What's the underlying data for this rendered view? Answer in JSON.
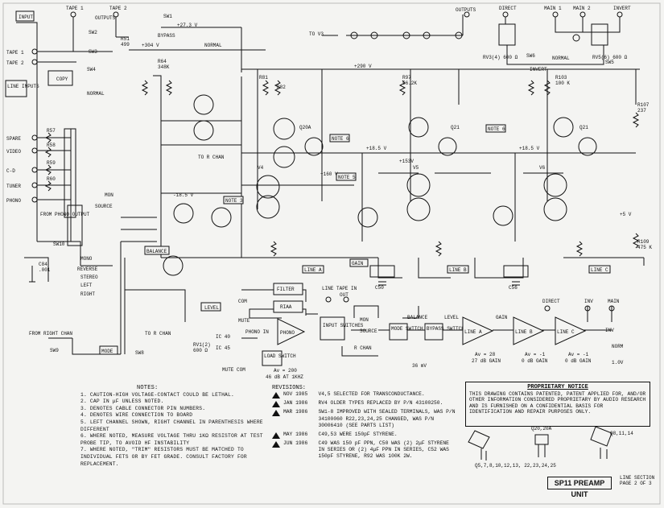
{
  "inputs_section": {
    "input_label": "INPUT",
    "tape1": "TAPE 1",
    "tape2": "TAPE 2",
    "line_inputs": "LINE INPUTS",
    "spare": "SPARE",
    "video": "VIDEO",
    "cd": "C-D",
    "tuner": "TUNER",
    "phono": "PHONO",
    "from_phono_output": "FROM PHONO OUTPUT",
    "from_right_chan": "FROM RIGHT CHAN"
  },
  "top_labels": {
    "tape1": "TAPE 1",
    "tape2": "TAPE 2",
    "output1": "OUTPUTS",
    "outputs2": "OUTPUTS",
    "direct": "DIRECT",
    "main1": "MAIN 1",
    "main2": "MAIN 2",
    "invert": "INVERT",
    "to_v3": "TO V3",
    "plus273": "+27.3 V",
    "bypass": "BYPASS",
    "normal": "NORMAL",
    "plus304": "+304 V",
    "plus290": "+290 V",
    "sw1": "SW1",
    "sw2": "SW2",
    "sw3": "SW3",
    "sw4": "SW4",
    "sw5": "SW5",
    "sw6": "SW6",
    "sw8": "SW8",
    "sw9": "SW9",
    "sw10": "SW10",
    "copy": "COPY",
    "normal2": "NORMAL",
    "invert2": "INVERT",
    "normal3": "NORMAL",
    "rv3": "RV3(4) 600 Ω",
    "rv5": "RV5(6) 600 Ω"
  },
  "schematic_labels": {
    "mon": "MON",
    "source": "SOURCE",
    "balance": "BALANCE",
    "level": "LEVEL",
    "mode": "MODE",
    "mono": "MONO",
    "reverse": "REVERSE",
    "stereo": "STEREO",
    "left": "LEFT",
    "right": "RIGHT",
    "to_r_chan": "TO R CHAN",
    "line_a": "LINE A",
    "line_b": "LINE B",
    "line_c": "LINE C",
    "gain": "GAIN",
    "com": "COM",
    "mute": "MUTE",
    "mute_com": "MUTE COM",
    "note6": "NOTE 6",
    "note5": "NOTE 5",
    "note3": "NOTE 3",
    "plus185": "+18.5 V",
    "minus185": "-18.5 V",
    "plus153": "+153V",
    "plus160": "+160 V",
    "c50": "C50",
    "c56": "C56",
    "plus5v": "+5 V"
  },
  "block_diagram": {
    "filter": "FILTER",
    "riaa": "RIAA",
    "line_tape_in": "LINE TAPE IN",
    "out": "OUT",
    "phono_in": "PHONO IN",
    "phono": "PHONO",
    "load_switch": "LOAD SWITCH",
    "input_switches": "INPUT SWITCHES",
    "mon": "MON",
    "source": "SOURCE",
    "r_chan": "R CHAN",
    "mode_switch": "MODE SWITCH",
    "balance": "BALANCE",
    "bypass_switch": "BYPASS SWITCH",
    "level": "LEVEL",
    "gain": "GAIN",
    "line_a": "LINE A",
    "line_b": "LINE B",
    "line_c": "LINE C",
    "direct": "DIRECT",
    "inv": "INV",
    "main": "MAIN",
    "inv2": "INV",
    "norm": "NORM",
    "av_phono": "Av = 200",
    "av_phono_db": "46 dB AT 1KHZ",
    "mv36": "36 mV",
    "av_a": "Av = 28",
    "av_a_db": "27 dB GAIN",
    "av_b": "Av = -1",
    "av_b_db": "0 dB GAIN",
    "av_c": "Av = -1",
    "av_c_db": "0 dB GAIN",
    "v1": "1.0V"
  },
  "notes": {
    "heading": "NOTES:",
    "items": [
      "1. CAUTION-HIGH VOLTAGE-CONTACT COULD BE LETHAL.",
      "2. CAP IN μF UNLESS NOTED.",
      "3. DENOTES CABLE CONNECTOR PIN NUMBERS.",
      "4. DENOTES WIRE CONNECTION TO BOARD",
      "5. LEFT CHANNEL SHOWN, RIGHT CHANNEL IN PARENTHESIS WHERE DIFFERENT",
      "6. WHERE NOTED, MEASURE VOLTAGE THRU 1KΩ RESISTOR AT TEST PROBE TIP, TO AVOID HF INSTABILITY",
      "7. WHERE NOTED, \"TRIM\" RESISTORS MUST BE MATCHED TO INDIVIDUAL FETS OR BY FET GRADE. CONSULT FACTORY FOR REPLACEMENT."
    ]
  },
  "revisions": {
    "heading": "REVISIONS:",
    "items": [
      {
        "date": "NOV 1985",
        "text": "V4,5 SELECTED FOR TRANSCONDUCTANCE."
      },
      {
        "date": "JAN 1986",
        "text": "RV4 OLDER TYPES REPLACED BY P/N 43100250."
      },
      {
        "date": "MAR 1986",
        "text": "SW1-8 IMPROVED WITH SEALED TERMINALS, WAS P/N 34100060 R22,23,24,25 CHANGED, WAS P/N 30006410 (SEE PARTS LIST)"
      },
      {
        "date": "MAY 1986",
        "text": "C49,53 WERE 150pF STYRENE."
      },
      {
        "date": "JUN 1986",
        "text": "C49 WAS 150 pF PPN, C50 WAS (2) 2μF STYRENE IN SERIES OR (2) 4μF PPN IN SERIES, C52 WAS 150pF STYRENE, R92 WAS 100K 2W."
      }
    ]
  },
  "notice": {
    "heading": "PROPRIETARY NOTICE",
    "body": "THIS DRAWING CONTAINS PATENTED, PATENT APPLIED FOR, AND/OR OTHER INFORMATION CONSIDERED PROPRIETARY BY AUDIO RESEARCH AND IS FURNISHED ON A CONFIDENTIAL BASIS FOR IDENTIFICATION AND REPAIR PURPOSES ONLY."
  },
  "parts_legend": {
    "group1": "Q5,7,8,10,12,13, 22,23,24,25",
    "group2": "Q20,20A",
    "group3": "Q8,11,14"
  },
  "title": "SP11 PREAMP UNIT",
  "section": "LINE SECTION PAGE 2 OF 3"
}
